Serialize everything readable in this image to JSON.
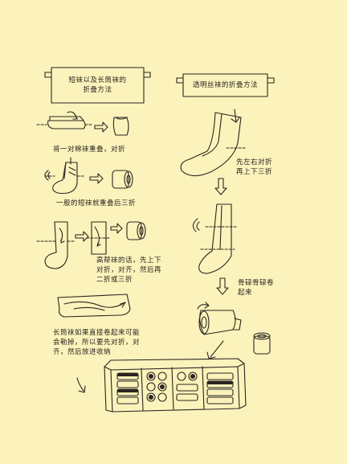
{
  "left": {
    "title": "短袜以及长筒袜的\n折叠方法",
    "step1": "将一对棉袜重叠，对折",
    "step2": "一般的短袜就重叠后三折",
    "step3": "高帮袜的话，先上下\n对折，对齐，然后再\n二折或三折",
    "step4": "长筒袜如果直接卷起来可能\n会勒掉，所以要先对折，对\n齐，然后放进收纳"
  },
  "right": {
    "title": "透明丝袜的折叠方法",
    "step1": "先左右对折\n再上下三折",
    "step2": "骨碌骨碌卷\n起来"
  },
  "colors": {
    "background": "#fbf3bb",
    "ink": "#2a2520"
  }
}
